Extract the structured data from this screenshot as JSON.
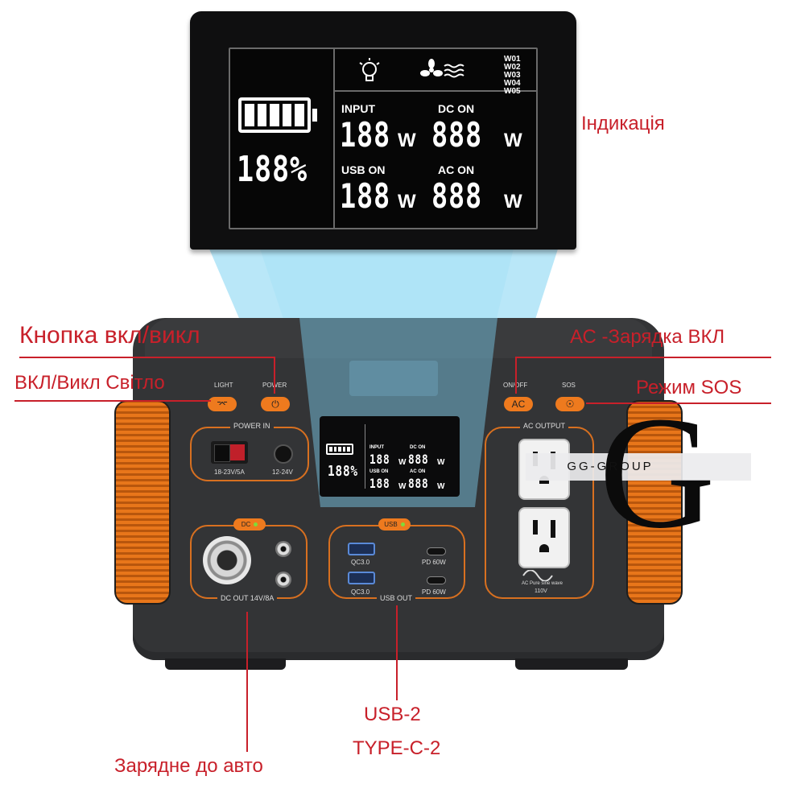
{
  "lcd": {
    "battery_percent": "188%",
    "input_label": "INPUT",
    "input_value": "188",
    "dc_label": "DC ON",
    "dc_value": "888",
    "usb_label": "USB ON",
    "usb_value": "188",
    "ac_label": "AC ON",
    "ac_value": "888",
    "unit": "W",
    "w_codes": [
      "W01",
      "W02",
      "W03",
      "W04",
      "W05"
    ]
  },
  "device": {
    "light_label": "LIGHT",
    "power_label": "POWER",
    "onoff_label": "ON/OFF",
    "ac_button_label": "AC",
    "sos_label": "SOS",
    "power_in_title": "POWER IN",
    "anderson_spec": "18-23V/5A",
    "dc_jack_spec": "12-24V",
    "ac_output_title": "AC OUTPUT",
    "dc_pill": "DC",
    "dc_out_label": "DC OUT  14V/8A",
    "usb_pill": "USB",
    "qc_label_1": "QC3.0",
    "qc_label_2": "QC3.0",
    "pd_label_1": "PD 60W",
    "pd_label_2": "PD 60W",
    "usb_out_label": "USB OUT",
    "sine_label": "AC Pure sine wave",
    "voltage_label": "110V",
    "small_lcd": {
      "percent": "188%",
      "input_label": "INPUT",
      "input_value": "188",
      "dc_label": "DC ON",
      "dc_value": "888",
      "usb_label": "USB ON",
      "usb_value": "188",
      "ac_label": "AC ON",
      "ac_value": "888",
      "unit": "W"
    }
  },
  "annotations": {
    "indication": "Індикація",
    "power_button": "Кнопка вкл/викл",
    "light_toggle": "ВКЛ/Викл Світло",
    "ac_charge": "АС -Зарядка ВКЛ",
    "sos_mode": "Режим SOS",
    "usb_count": "USB-2",
    "type_c_count": "TYPE-C-2",
    "car_charger": "Зарядне до авто"
  },
  "watermark": {
    "text": "GG-GROUP",
    "letter": "G"
  },
  "colors": {
    "annotation": "#c8202a",
    "accent_orange": "#ee7a1e",
    "body": "#333436",
    "beam": "#7fd3f3"
  }
}
